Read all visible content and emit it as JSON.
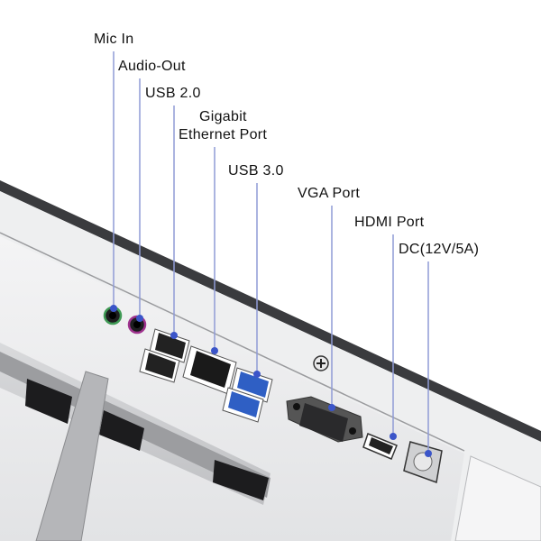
{
  "labels": {
    "mic_in": "Mic In",
    "audio_out": "Audio-Out",
    "usb2": "USB 2.0",
    "ethernet_line1": "Gigabit",
    "ethernet_line2": "Ethernet Port",
    "usb3": "USB 3.0",
    "vga": "VGA Port",
    "hdmi": "HDMI Port",
    "dc": "DC(12V/5A)"
  },
  "colors": {
    "leader_line": "#8f9bd6",
    "leader_dot": "#3b55c9",
    "mic_ring": "#3f9a55",
    "audio_ring": "#a0338f",
    "usb3_blue": "#2f5fc4"
  }
}
